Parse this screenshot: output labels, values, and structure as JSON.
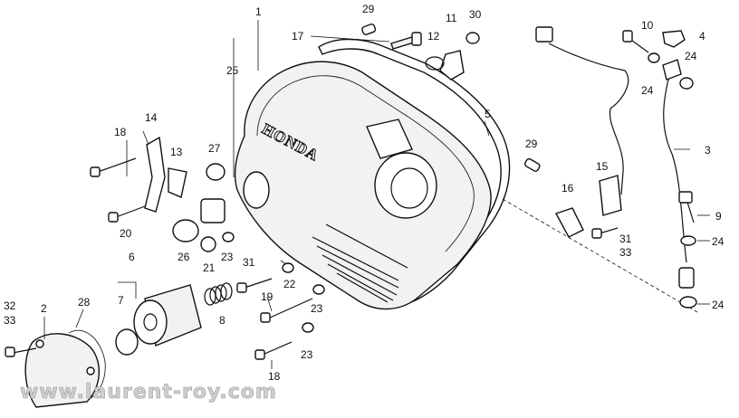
{
  "diagram": {
    "brand_mark": "HONDA",
    "watermark": "www.laurent-roy.com",
    "callouts": [
      {
        "id": "c1",
        "text": "1"
      },
      {
        "id": "c2",
        "text": "2"
      },
      {
        "id": "c3",
        "text": "3"
      },
      {
        "id": "c4",
        "text": "4"
      },
      {
        "id": "c5",
        "text": "5"
      },
      {
        "id": "c6",
        "text": "6"
      },
      {
        "id": "c7",
        "text": "7"
      },
      {
        "id": "c8",
        "text": "8"
      },
      {
        "id": "c9",
        "text": "9"
      },
      {
        "id": "c10",
        "text": "10"
      },
      {
        "id": "c11",
        "text": "11"
      },
      {
        "id": "c12",
        "text": "12"
      },
      {
        "id": "c13",
        "text": "13"
      },
      {
        "id": "c14",
        "text": "14"
      },
      {
        "id": "c15",
        "text": "15"
      },
      {
        "id": "c16",
        "text": "16"
      },
      {
        "id": "c17",
        "text": "17"
      },
      {
        "id": "c18a",
        "text": "18"
      },
      {
        "id": "c18b",
        "text": "18"
      },
      {
        "id": "c19",
        "text": "19"
      },
      {
        "id": "c20",
        "text": "20"
      },
      {
        "id": "c21",
        "text": "21"
      },
      {
        "id": "c22",
        "text": "22"
      },
      {
        "id": "c23a",
        "text": "23"
      },
      {
        "id": "c23b",
        "text": "23"
      },
      {
        "id": "c23c",
        "text": "23"
      },
      {
        "id": "c24a",
        "text": "24"
      },
      {
        "id": "c24b",
        "text": "24"
      },
      {
        "id": "c24c",
        "text": "24"
      },
      {
        "id": "c24d",
        "text": "24"
      },
      {
        "id": "c25",
        "text": "25"
      },
      {
        "id": "c26",
        "text": "26"
      },
      {
        "id": "c27",
        "text": "27"
      },
      {
        "id": "c28",
        "text": "28"
      },
      {
        "id": "c29a",
        "text": "29"
      },
      {
        "id": "c29b",
        "text": "29"
      },
      {
        "id": "c30",
        "text": "30"
      },
      {
        "id": "c31a",
        "text": "31"
      },
      {
        "id": "c31b",
        "text": "31"
      },
      {
        "id": "c32",
        "text": "32"
      },
      {
        "id": "c33a",
        "text": "33"
      },
      {
        "id": "c33b",
        "text": "33"
      }
    ]
  }
}
